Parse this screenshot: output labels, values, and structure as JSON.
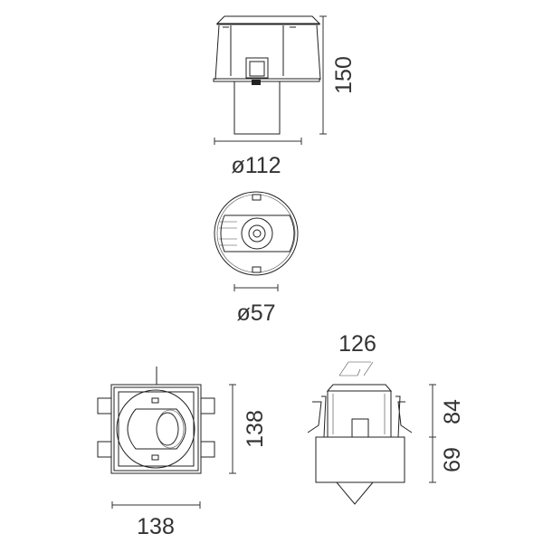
{
  "views": {
    "side": {
      "width_label": "ø112",
      "height_label": "150"
    },
    "top_round": {
      "diameter_label": "ø57"
    },
    "top_square": {
      "width_label": "138",
      "height_label": "138"
    },
    "section": {
      "cutout_label": "126",
      "upper_height_label": "84",
      "lower_height_label": "69"
    }
  },
  "colors": {
    "line": "#222222",
    "text": "#333333",
    "background": "#ffffff"
  }
}
